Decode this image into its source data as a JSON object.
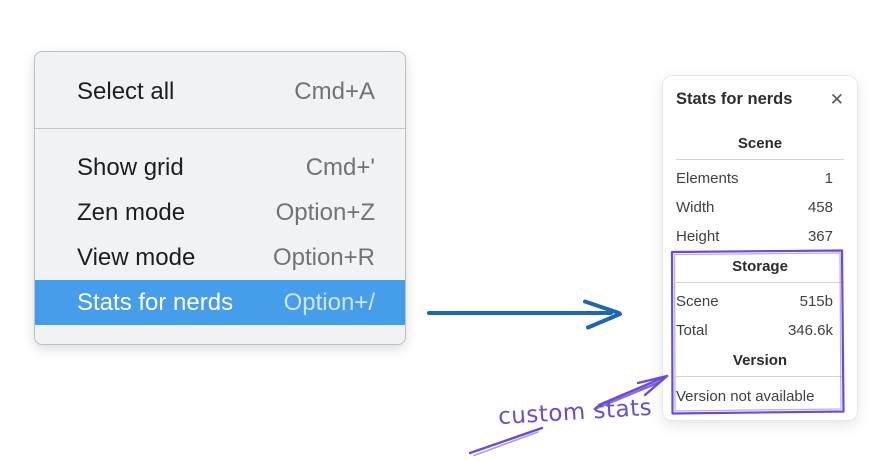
{
  "menu": {
    "sections": [
      {
        "items": [
          {
            "label": "Select all",
            "shortcut": "Cmd+A",
            "selected": false
          }
        ]
      },
      {
        "items": [
          {
            "label": "Show grid",
            "shortcut": "Cmd+'",
            "selected": false
          },
          {
            "label": "Zen mode",
            "shortcut": "Option+Z",
            "selected": false
          },
          {
            "label": "View mode",
            "shortcut": "Option+R",
            "selected": false
          },
          {
            "label": "Stats for nerds",
            "shortcut": "Option+/",
            "selected": true
          }
        ]
      }
    ]
  },
  "panel": {
    "title": "Stats for nerds",
    "close_icon": "✕",
    "sections": [
      {
        "heading": "Scene",
        "rows": [
          {
            "label": "Elements",
            "value": "1"
          },
          {
            "label": "Width",
            "value": "458"
          },
          {
            "label": "Height",
            "value": "367"
          }
        ]
      },
      {
        "heading": "Storage",
        "rows": [
          {
            "label": "Scene",
            "value": "515b"
          },
          {
            "label": "Total",
            "value": "346.6k"
          }
        ]
      },
      {
        "heading": "Version",
        "note": "Version not available"
      }
    ]
  },
  "annotation": {
    "label": "custom stats"
  },
  "colors": {
    "menu_highlight": "#469de9",
    "menu_background": "#f0f2f3",
    "arrow_blue": "#1e67ad",
    "annotation_purple": "#6c4bd4"
  }
}
